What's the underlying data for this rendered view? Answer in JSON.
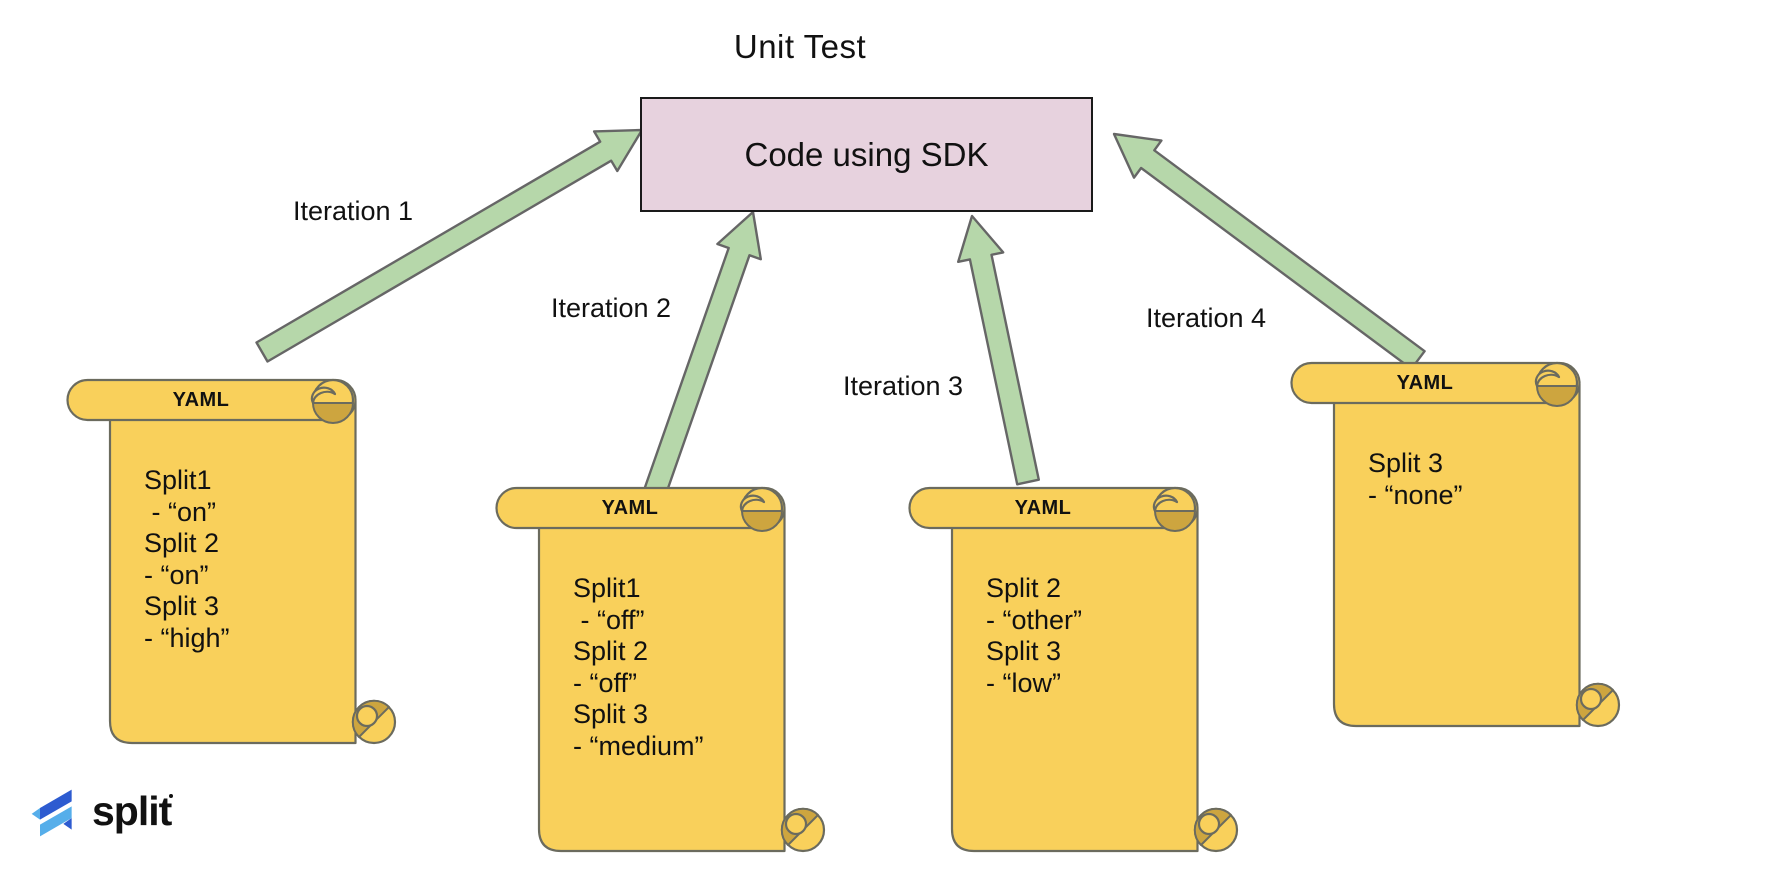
{
  "title": "Unit Test",
  "box": {
    "label": "Code using SDK"
  },
  "arrows": [
    {
      "label": "Iteration 1"
    },
    {
      "label": "Iteration 2"
    },
    {
      "label": "Iteration 3"
    },
    {
      "label": "Iteration 4"
    }
  ],
  "scrolls": [
    {
      "header": "YAML",
      "lines": [
        "Split1",
        " - “on”",
        "Split 2",
        "- “on”",
        "Split 3",
        "- “high”"
      ]
    },
    {
      "header": "YAML",
      "lines": [
        "Split1",
        " - “off”",
        "Split 2",
        "- “off”",
        "Split 3",
        "- “medium”"
      ]
    },
    {
      "header": "YAML",
      "lines": [
        "Split 2",
        "- “other”",
        "Split 3",
        "- “low”"
      ]
    },
    {
      "header": "YAML",
      "lines": [
        "Split 3",
        "- “none”"
      ]
    }
  ],
  "logo": {
    "text": "split"
  },
  "colors": {
    "background": "#ffffff",
    "text": "#111111",
    "box-fill": "#e7d2de",
    "box-stroke": "#1a1a1a",
    "arrow-fill": "#b6d7aa",
    "arrow-stroke": "#666666",
    "scroll-fill": "#f9d05b",
    "scroll-stroke": "#6b6b5e",
    "scroll-curl": "#cda53f",
    "logo-dark-blue": "#2d5bd0",
    "logo-light-blue": "#56aeea"
  }
}
